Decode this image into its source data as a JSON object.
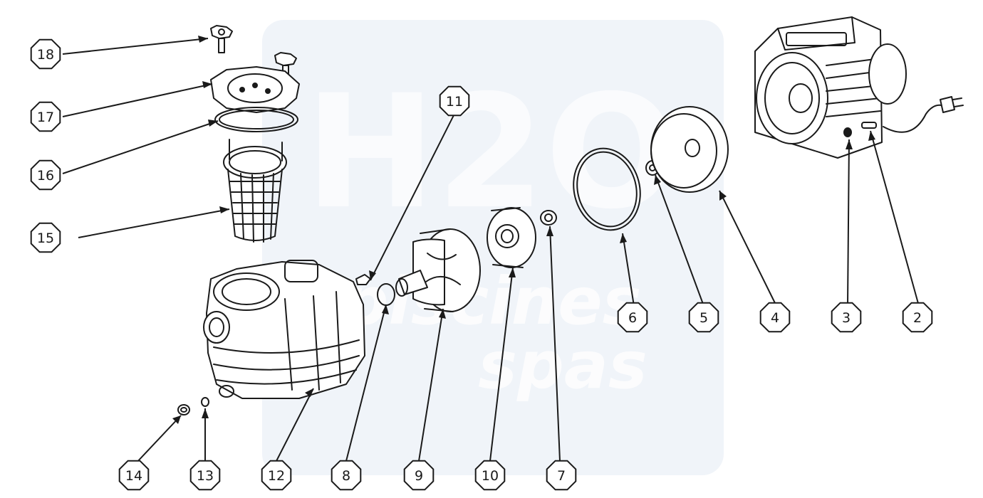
{
  "diagram": {
    "type": "exploded-parts-diagram",
    "colors": {
      "ink": "#1a1a1a",
      "watermark": "#dbe3ef",
      "background": "#ffffff"
    },
    "watermark": {
      "line1": "piscines",
      "line2": "spas",
      "mark": "H2O"
    },
    "callouts": [
      {
        "id": "c18",
        "label": "18"
      },
      {
        "id": "c17",
        "label": "17"
      },
      {
        "id": "c16",
        "label": "16"
      },
      {
        "id": "c15",
        "label": "15"
      },
      {
        "id": "c11",
        "label": "11"
      },
      {
        "id": "c6",
        "label": "6"
      },
      {
        "id": "c5",
        "label": "5"
      },
      {
        "id": "c4",
        "label": "4"
      },
      {
        "id": "c3",
        "label": "3"
      },
      {
        "id": "c2",
        "label": "2"
      },
      {
        "id": "c14",
        "label": "14"
      },
      {
        "id": "c13",
        "label": "13"
      },
      {
        "id": "c12",
        "label": "12"
      },
      {
        "id": "c8",
        "label": "8"
      },
      {
        "id": "c9",
        "label": "9"
      },
      {
        "id": "c10",
        "label": "10"
      },
      {
        "id": "c7",
        "label": "7"
      }
    ]
  }
}
